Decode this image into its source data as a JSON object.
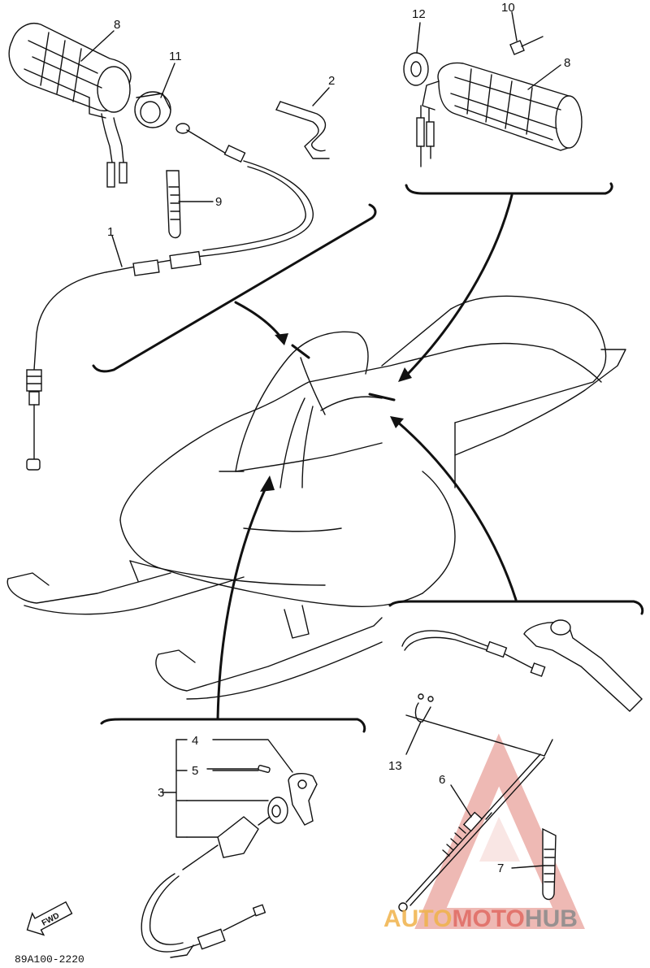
{
  "diagram": {
    "callouts": [
      {
        "id": "p8a",
        "label": "8"
      },
      {
        "id": "p11",
        "label": "11"
      },
      {
        "id": "p2",
        "label": "2"
      },
      {
        "id": "p9",
        "label": "9"
      },
      {
        "id": "p1",
        "label": "1"
      },
      {
        "id": "p12",
        "label": "12"
      },
      {
        "id": "p10",
        "label": "10"
      },
      {
        "id": "p8b",
        "label": "8"
      },
      {
        "id": "p4",
        "label": "4"
      },
      {
        "id": "p5",
        "label": "5"
      },
      {
        "id": "p3",
        "label": "3"
      },
      {
        "id": "p13",
        "label": "13"
      },
      {
        "id": "p6",
        "label": "6"
      },
      {
        "id": "p7",
        "label": "7"
      }
    ],
    "drawing_code": "89A100-2220",
    "fwd_label": "FWD"
  },
  "watermark": {
    "part1": "AUTO",
    "part2": "MOTO",
    "part3": "HUB",
    "color_auto": "#f0b24a",
    "color_moto": "#e06a62",
    "color_hub": "#8a8a8a"
  }
}
